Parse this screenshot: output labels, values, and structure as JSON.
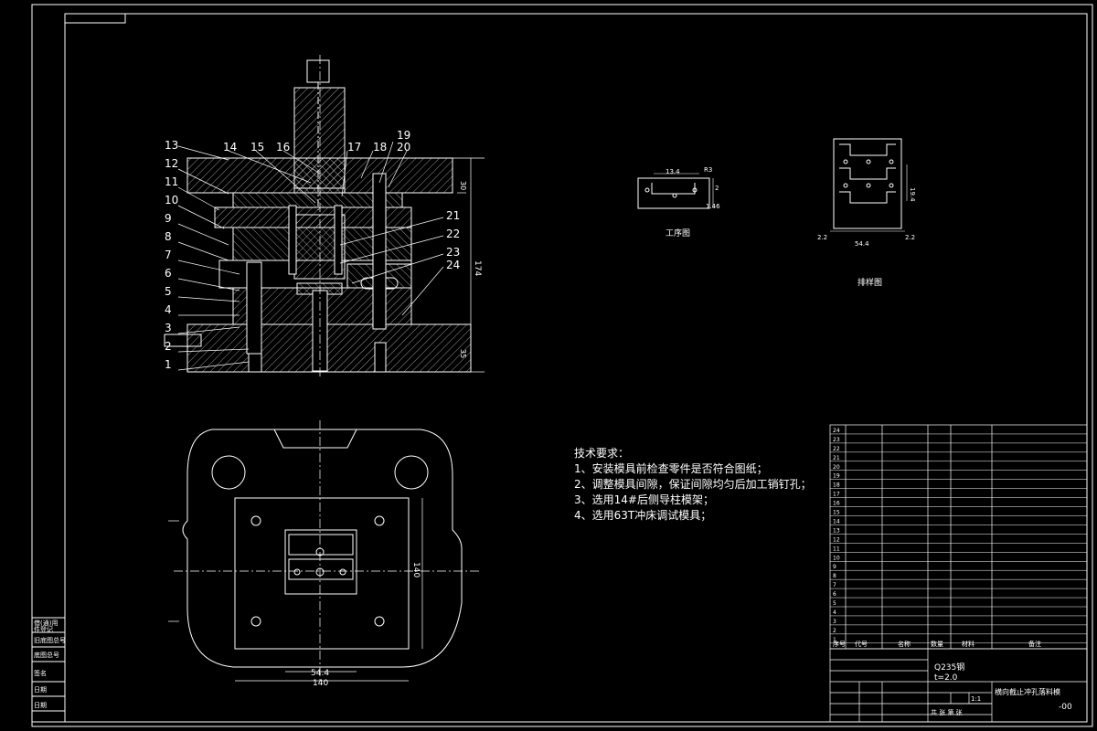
{
  "drawing": {
    "part_numbers_left": [
      "13",
      "12",
      "11",
      "10",
      "9",
      "8",
      "7",
      "6",
      "5",
      "4",
      "3",
      "2",
      "1"
    ],
    "part_numbers_top": [
      "14",
      "15",
      "16",
      "17",
      "18",
      "19",
      "20"
    ],
    "part_numbers_right": [
      "21",
      "22",
      "23",
      "24"
    ],
    "dimensions": {
      "height_total": "174",
      "top_plate": "30",
      "bottom_plate": "35",
      "plan_width_1": "54.4",
      "plan_width_2": "140",
      "plan_height": "140"
    }
  },
  "workpiece": {
    "caption": "工序图",
    "dims": [
      "13.4",
      "R3",
      "2",
      "1.46"
    ]
  },
  "layout_view": {
    "caption": "排样图",
    "dims": [
      "2.2",
      "54.4",
      "2.2",
      "19.4"
    ]
  },
  "tech_requirements": {
    "title": "技术要求：",
    "items": [
      "1、安装模具前检查零件是否符合图纸；",
      "2、调整模具间隙，保证间隙均匀后加工销钉孔；",
      "3、选用14#后侧导柱模架；",
      "4、选用63T冲床调试模具；"
    ]
  },
  "side_strip": [
    "借(通)用",
    "件登记",
    "旧底图总号",
    "底图总号",
    "签名",
    "日期",
    "日期"
  ],
  "bom_rows": [
    "24",
    "23",
    "22",
    "21",
    "20",
    "19",
    "18",
    "17",
    "16",
    "15",
    "14",
    "13",
    "12",
    "11",
    "10",
    "9",
    "8",
    "7",
    "6",
    "5",
    "4",
    "3",
    "2",
    "1"
  ],
  "bom_header": {
    "no": "序号",
    "code": "代号",
    "name": "名称",
    "qty": "数量",
    "material": "材料",
    "remark": "备注"
  },
  "title_block": {
    "material": "Q235钢",
    "thickness": "t=2.0",
    "product": "横向截止冲孔落料模",
    "scale": "1:1",
    "drawing_no": "-00",
    "sheet": "共 张 第 张"
  }
}
